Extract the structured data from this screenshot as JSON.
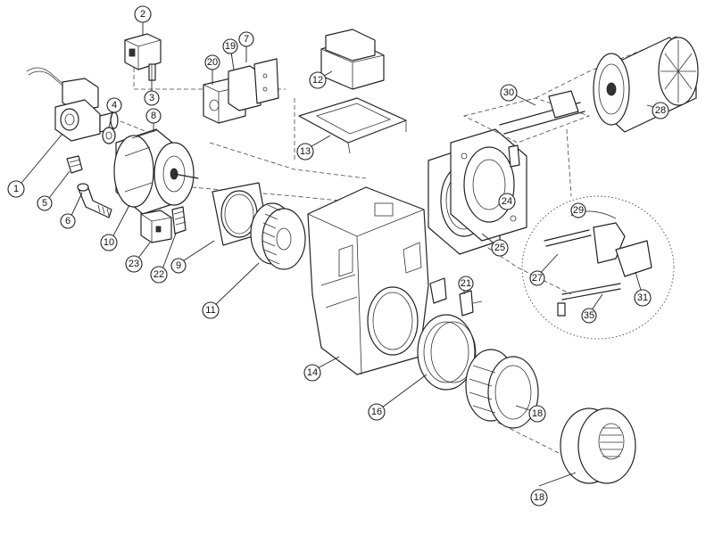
{
  "diagram": {
    "type": "exploded-parts-view",
    "callouts": [
      {
        "id": "c1",
        "number": "1"
      },
      {
        "id": "c2",
        "number": "2"
      },
      {
        "id": "c3",
        "number": "3"
      },
      {
        "id": "c4",
        "number": "4"
      },
      {
        "id": "c5",
        "number": "5"
      },
      {
        "id": "c6",
        "number": "6"
      },
      {
        "id": "c7",
        "number": "7"
      },
      {
        "id": "c8",
        "number": "8"
      },
      {
        "id": "c9",
        "number": "9"
      },
      {
        "id": "c10",
        "number": "10"
      },
      {
        "id": "c11",
        "number": "11"
      },
      {
        "id": "c12",
        "number": "12"
      },
      {
        "id": "c13",
        "number": "13"
      },
      {
        "id": "c14",
        "number": "14"
      },
      {
        "id": "c16",
        "number": "16"
      },
      {
        "id": "c18a",
        "number": "18"
      },
      {
        "id": "c18b",
        "number": "18"
      },
      {
        "id": "c19",
        "number": "19"
      },
      {
        "id": "c20",
        "number": "20"
      },
      {
        "id": "c21",
        "number": "21"
      },
      {
        "id": "c22",
        "number": "22"
      },
      {
        "id": "c23",
        "number": "23"
      },
      {
        "id": "c24",
        "number": "24"
      },
      {
        "id": "c25",
        "number": "25"
      },
      {
        "id": "c27",
        "number": "27"
      },
      {
        "id": "c28",
        "number": "28"
      },
      {
        "id": "c29",
        "number": "29"
      },
      {
        "id": "c30",
        "number": "30"
      },
      {
        "id": "c31",
        "number": "31"
      },
      {
        "id": "c35",
        "number": "35"
      }
    ]
  }
}
